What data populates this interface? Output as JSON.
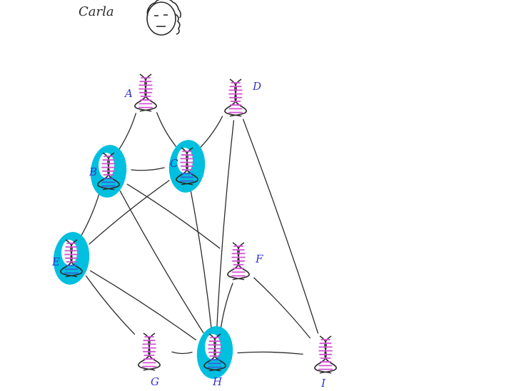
{
  "header": {
    "name": "Carla"
  },
  "colors": {
    "ink": "#2b2b2b",
    "highlight": "#00bfdf",
    "dna_magenta": "#d44fd4",
    "dna_blue": "#3a5fd9",
    "label_blue": "#3333cc"
  },
  "nodes": [
    {
      "id": "A",
      "label": "A",
      "highlighted": false
    },
    {
      "id": "D",
      "label": "D",
      "highlighted": false
    },
    {
      "id": "B",
      "label": "B",
      "highlighted": true
    },
    {
      "id": "C",
      "label": "C",
      "highlighted": true
    },
    {
      "id": "E",
      "label": "E",
      "highlighted": true
    },
    {
      "id": "F",
      "label": "F",
      "highlighted": false
    },
    {
      "id": "G",
      "label": "G",
      "highlighted": false
    },
    {
      "id": "H",
      "label": "H",
      "highlighted": true
    },
    {
      "id": "I",
      "label": "I",
      "highlighted": false
    }
  ],
  "edges": [
    [
      "A",
      "B"
    ],
    [
      "A",
      "C"
    ],
    [
      "D",
      "C"
    ],
    [
      "D",
      "H"
    ],
    [
      "D",
      "I"
    ],
    [
      "B",
      "C"
    ],
    [
      "B",
      "E"
    ],
    [
      "B",
      "H"
    ],
    [
      "B",
      "F"
    ],
    [
      "C",
      "E"
    ],
    [
      "C",
      "H"
    ],
    [
      "E",
      "G"
    ],
    [
      "E",
      "H"
    ],
    [
      "F",
      "H"
    ],
    [
      "F",
      "I"
    ],
    [
      "G",
      "H"
    ],
    [
      "H",
      "I"
    ]
  ]
}
